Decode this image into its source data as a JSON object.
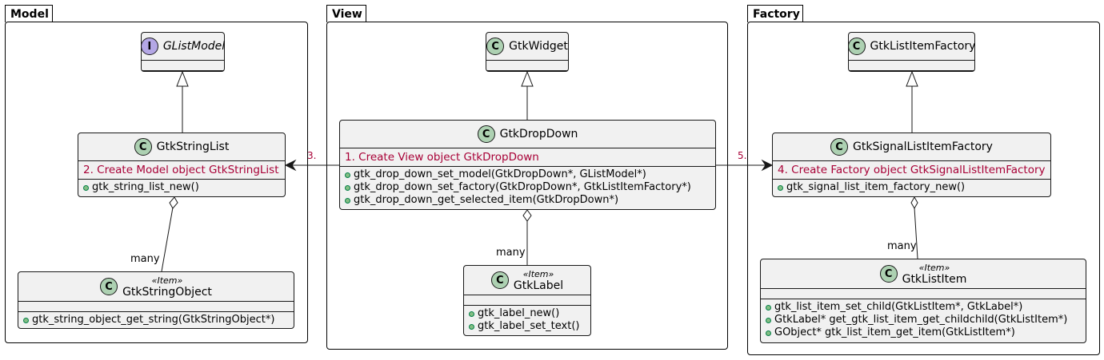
{
  "packages": {
    "model": "Model",
    "view": "View",
    "factory": "Factory"
  },
  "classes": {
    "glistmodel": {
      "badge": "I",
      "name": "GListModel"
    },
    "gtkstringlist": {
      "badge": "C",
      "name": "GtkStringList",
      "note": "2. Create Model object GtkStringList",
      "methods": [
        "gtk_string_list_new()"
      ]
    },
    "gtkstringobject": {
      "badge": "C",
      "stereotype": "«Item»",
      "name": "GtkStringObject",
      "methods": [
        "gtk_string_object_get_string(GtkStringObject*)"
      ]
    },
    "gtkwidget": {
      "badge": "C",
      "name": "GtkWidget"
    },
    "gtkdropdown": {
      "badge": "C",
      "name": "GtkDropDown",
      "note": "1. Create View object GtkDropDown",
      "methods": [
        "gtk_drop_down_set_model(GtkDropDown*, GListModel*)",
        "gtk_drop_down_set_factory(GtkDropDown*, GtkListItemFactory*)",
        "gtk_drop_down_get_selected_item(GtkDropDown*)"
      ]
    },
    "gtklabel": {
      "badge": "C",
      "stereotype": "«Item»",
      "name": "GtkLabel",
      "methods": [
        "gtk_label_new()",
        "gtk_label_set_text()"
      ]
    },
    "gtklistitemfactory": {
      "badge": "C",
      "name": "GtkListItemFactory"
    },
    "gtksignallistitemfactory": {
      "badge": "C",
      "name": "GtkSignalListItemFactory",
      "note": "4. Create Factory object GtkSignalListItemFactory",
      "methods": [
        "gtk_signal_list_item_factory_new()"
      ]
    },
    "gtklistitem": {
      "badge": "C",
      "stereotype": "«Item»",
      "name": "GtkListItem",
      "methods": [
        "gtk_list_item_set_child(GtkListItem*, GtkLabel*)",
        "GtkLabel* get_gtk_list_item_get_childchild(GtkListItem*)",
        "GObject* gtk_list_item_get_item(GtkListItem*)"
      ]
    }
  },
  "edge_labels": {
    "many_model": "many",
    "many_view": "many",
    "many_factory": "many",
    "step3": "3.",
    "step5": "5."
  },
  "colors": {
    "class_fill": "#f1f1f1",
    "class_badge": "#add1b2",
    "interface_badge": "#b4a7e5",
    "note_text": "#a80036",
    "method_dot": "#84be84"
  }
}
